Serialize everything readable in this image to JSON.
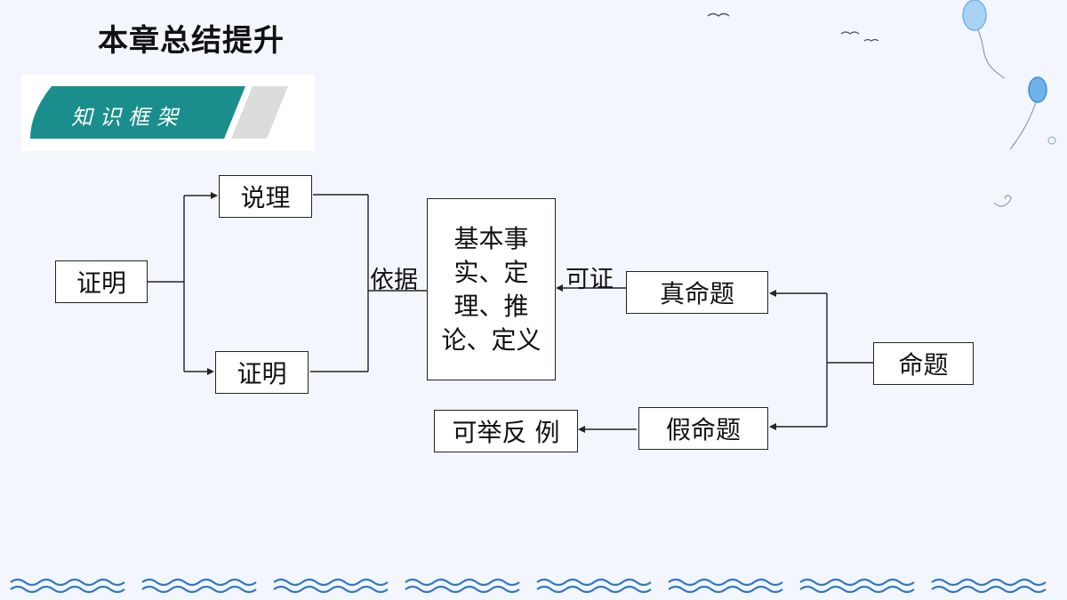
{
  "header": {
    "title": "本章总结提升"
  },
  "banner": {
    "label": "知识框架",
    "colors": {
      "teal": "#1a8e8c",
      "gray": "#dcdcdc"
    }
  },
  "diagram": {
    "nodes": {
      "zhengming_root": "证明",
      "shuoli": "说理",
      "zhengming_child": "证明",
      "basis": "基本事实、定理、推论、定义",
      "zhen_mingti": "真命题",
      "mingti": "命题",
      "jia_mingti": "假命题",
      "counterexample": "可举反 例"
    },
    "edge_labels": {
      "yiju": "依据",
      "kezheng": "可证"
    }
  },
  "colors": {
    "background": "#f3f6fd",
    "line": "#222222",
    "wave": "#2f77c8",
    "balloon": "#6fb2ea"
  }
}
